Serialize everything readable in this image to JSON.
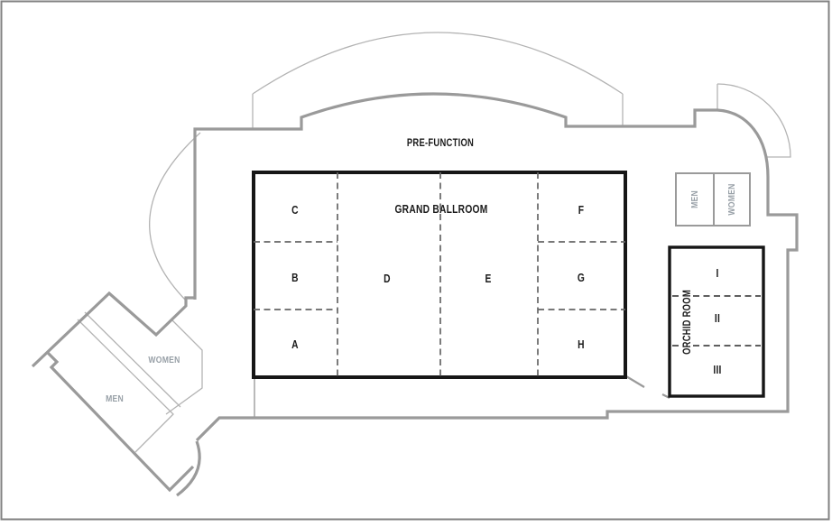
{
  "floor_plan": {
    "pre_function_label": "PRE-FUNCTION",
    "grand_ballroom": {
      "title": "GRAND BALLROOM",
      "sections": {
        "a": "A",
        "b": "B",
        "c": "C",
        "d": "D",
        "e": "E",
        "f": "F",
        "g": "G",
        "h": "H"
      }
    },
    "orchid_room": {
      "title": "ORCHID ROOM",
      "sections": {
        "i": "I",
        "ii": "II",
        "iii": "III"
      }
    },
    "upper_restrooms": {
      "men": "MEN",
      "women": "WOMEN"
    },
    "lower_restrooms": {
      "men": "MEN",
      "women": "WOMEN"
    },
    "colors": {
      "wall_gray": "#9a9a9a",
      "thin_wall_gray": "#b3b3b3",
      "room_border_black": "#161616",
      "dash_gray": "#666666",
      "restroom_text_gray": "#98a0a7"
    }
  }
}
